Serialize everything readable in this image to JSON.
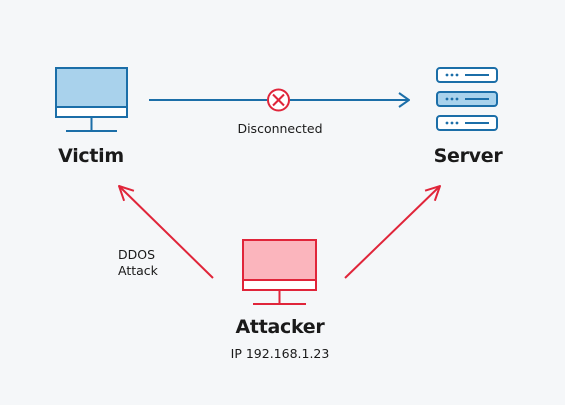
{
  "nodes": {
    "victim": {
      "label": "Victim"
    },
    "server": {
      "label": "Server"
    },
    "attacker": {
      "label": "Attacker",
      "ip_label": "IP 192.168.1.23"
    }
  },
  "edges": {
    "victim_to_server": {
      "label": "Disconnected",
      "status_icon": "x-circle-icon"
    },
    "attack": {
      "label_line1": "DDOS",
      "label_line2": "Attack"
    }
  },
  "colors": {
    "background": "#f5f7f9",
    "blue": "#1b6ea8",
    "blue_screen": "#a9d2ec",
    "red": "#e0253a",
    "red_screen": "#fbb5bd",
    "text": "#1a1a1a"
  }
}
